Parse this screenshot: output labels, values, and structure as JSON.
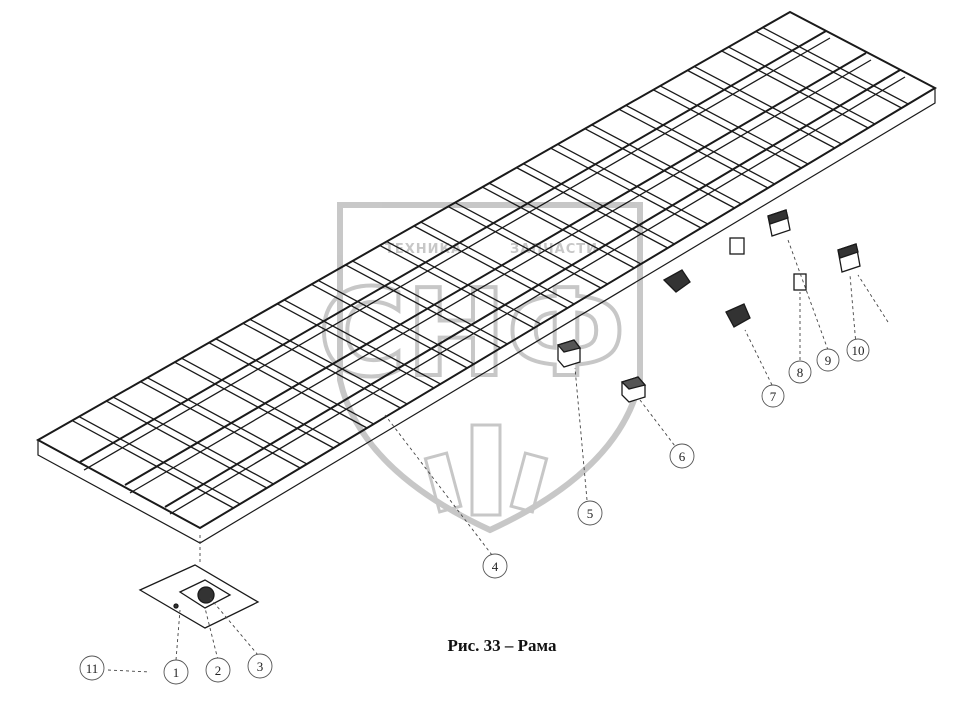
{
  "caption": "Рис. 33 – Рама",
  "watermark": {
    "top_text": "ТЕХНИКА",
    "top_text_2": "ЗАПЧАСТИ",
    "letters": "СНФ"
  },
  "callouts": {
    "c11": "11",
    "c1": "1",
    "c2": "2",
    "c3": "3",
    "c4": "4",
    "c5": "5",
    "c6": "6",
    "c7": "7",
    "c8": "8",
    "c9": "9",
    "c10": "10"
  },
  "colors": {
    "line": "#1a1a1a",
    "watermark": "#9a9a9a",
    "background": "#ffffff"
  }
}
